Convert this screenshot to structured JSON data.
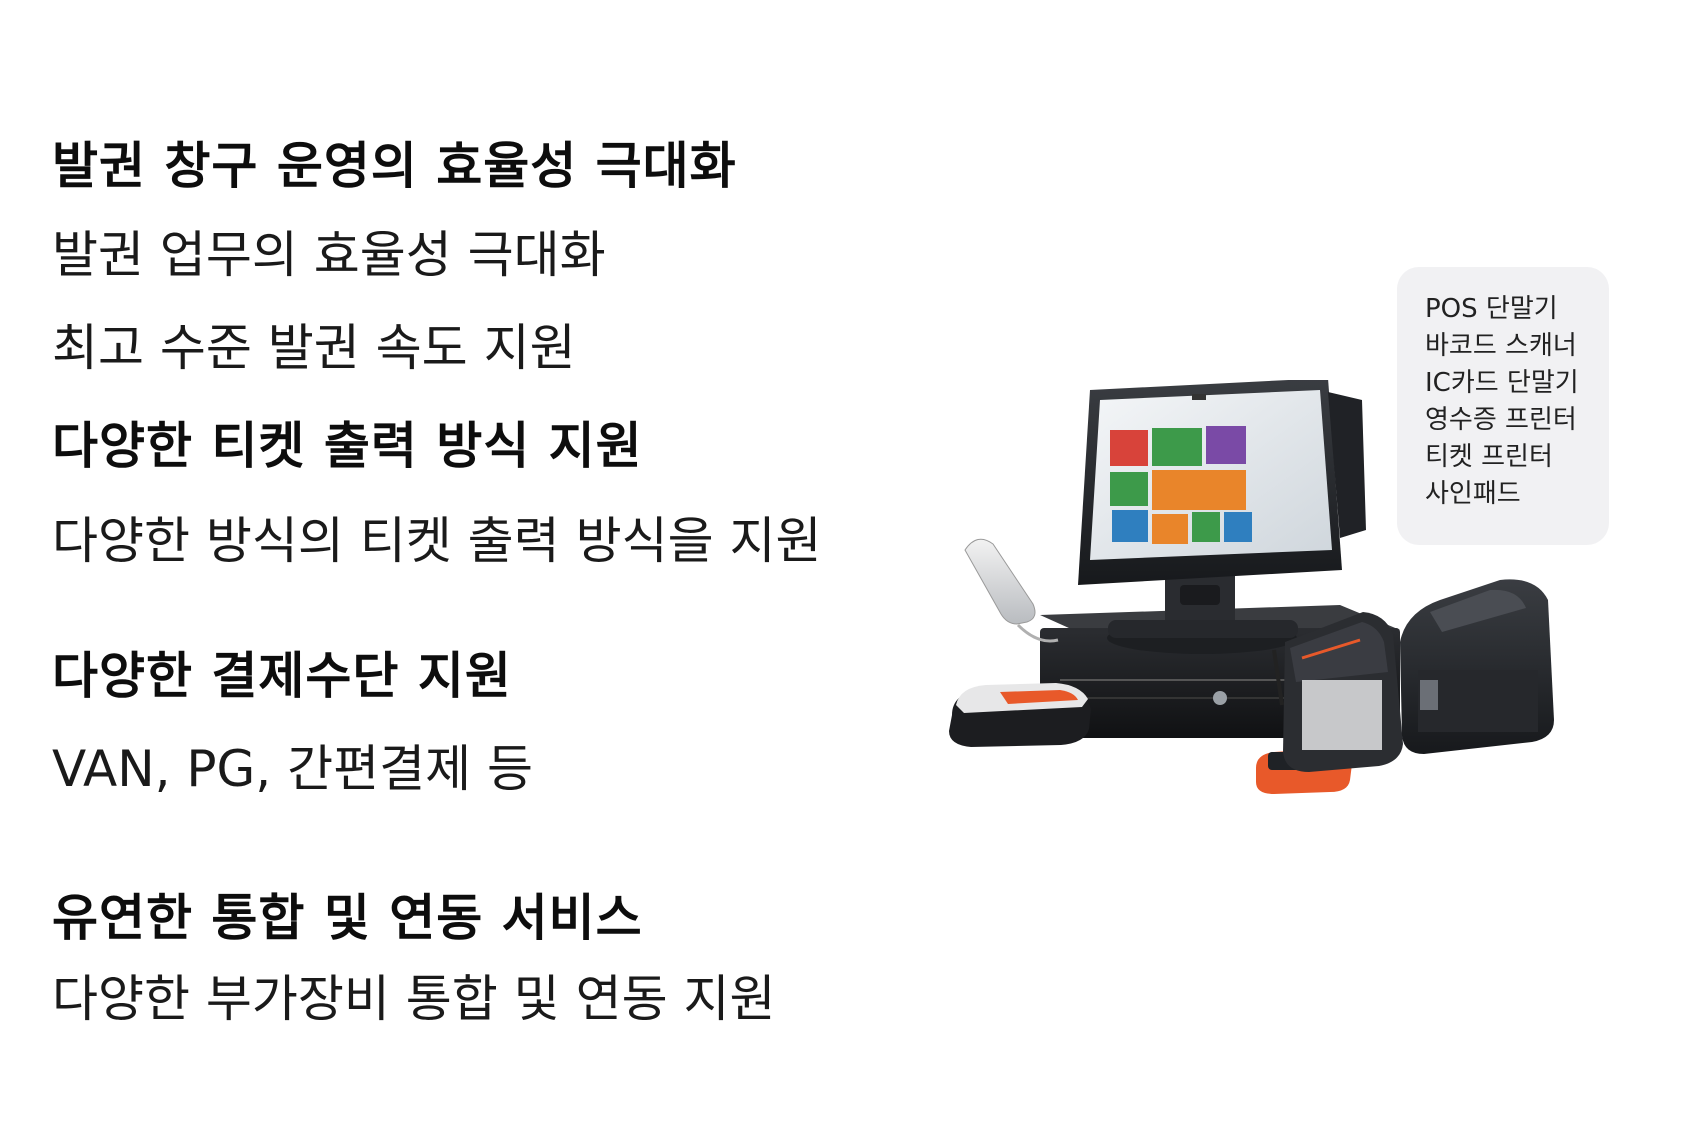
{
  "features": [
    {
      "title": "발권 창구 운영의 효율성 극대화",
      "lines": [
        "발권 업무의 효율성 극대화",
        "최고 수준 발권 속도 지원"
      ]
    },
    {
      "title": "다양한 티켓 출력 방식 지원",
      "lines": [
        "다양한 방식의 티켓 출력 방식을 지원"
      ]
    },
    {
      "title": "다양한 결제수단 지원",
      "lines": [
        "VAN, PG, 간편결제 등"
      ]
    },
    {
      "title": "유연한 통합 및 연동 서비스",
      "lines": [
        "다양한 부가장비 통합 및 연동 지원"
      ]
    }
  ],
  "devices": [
    "POS 단말기",
    "바코드 스캐너",
    "IC카드 단말기",
    "영수증 프린터",
    "티켓 프린터",
    "사인패드"
  ],
  "colors": {
    "tile_red": "#d8433a",
    "tile_green": "#3d9a4a",
    "tile_purple": "#7a4aa6",
    "tile_orange": "#e9852a",
    "tile_blue": "#2f7fbf",
    "card_reader_accent": "#e8592a"
  }
}
